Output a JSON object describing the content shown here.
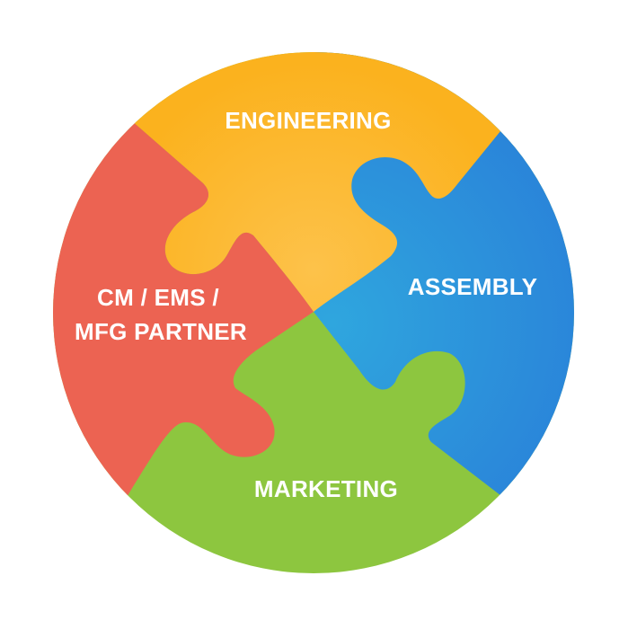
{
  "diagram": {
    "type": "puzzle-circle",
    "pieces": [
      {
        "id": "engineering",
        "label": "ENGINEERING",
        "color": "#fdbf45"
      },
      {
        "id": "assembly",
        "label": "ASSEMBLY",
        "color": "#2b8ddb"
      },
      {
        "id": "marketing",
        "label": "MARKETING",
        "color": "#8dc63f"
      },
      {
        "id": "cm",
        "label_line1": "CM / EMS /",
        "label_line2": "MFG PARTNER",
        "color": "#ec6352"
      }
    ]
  }
}
